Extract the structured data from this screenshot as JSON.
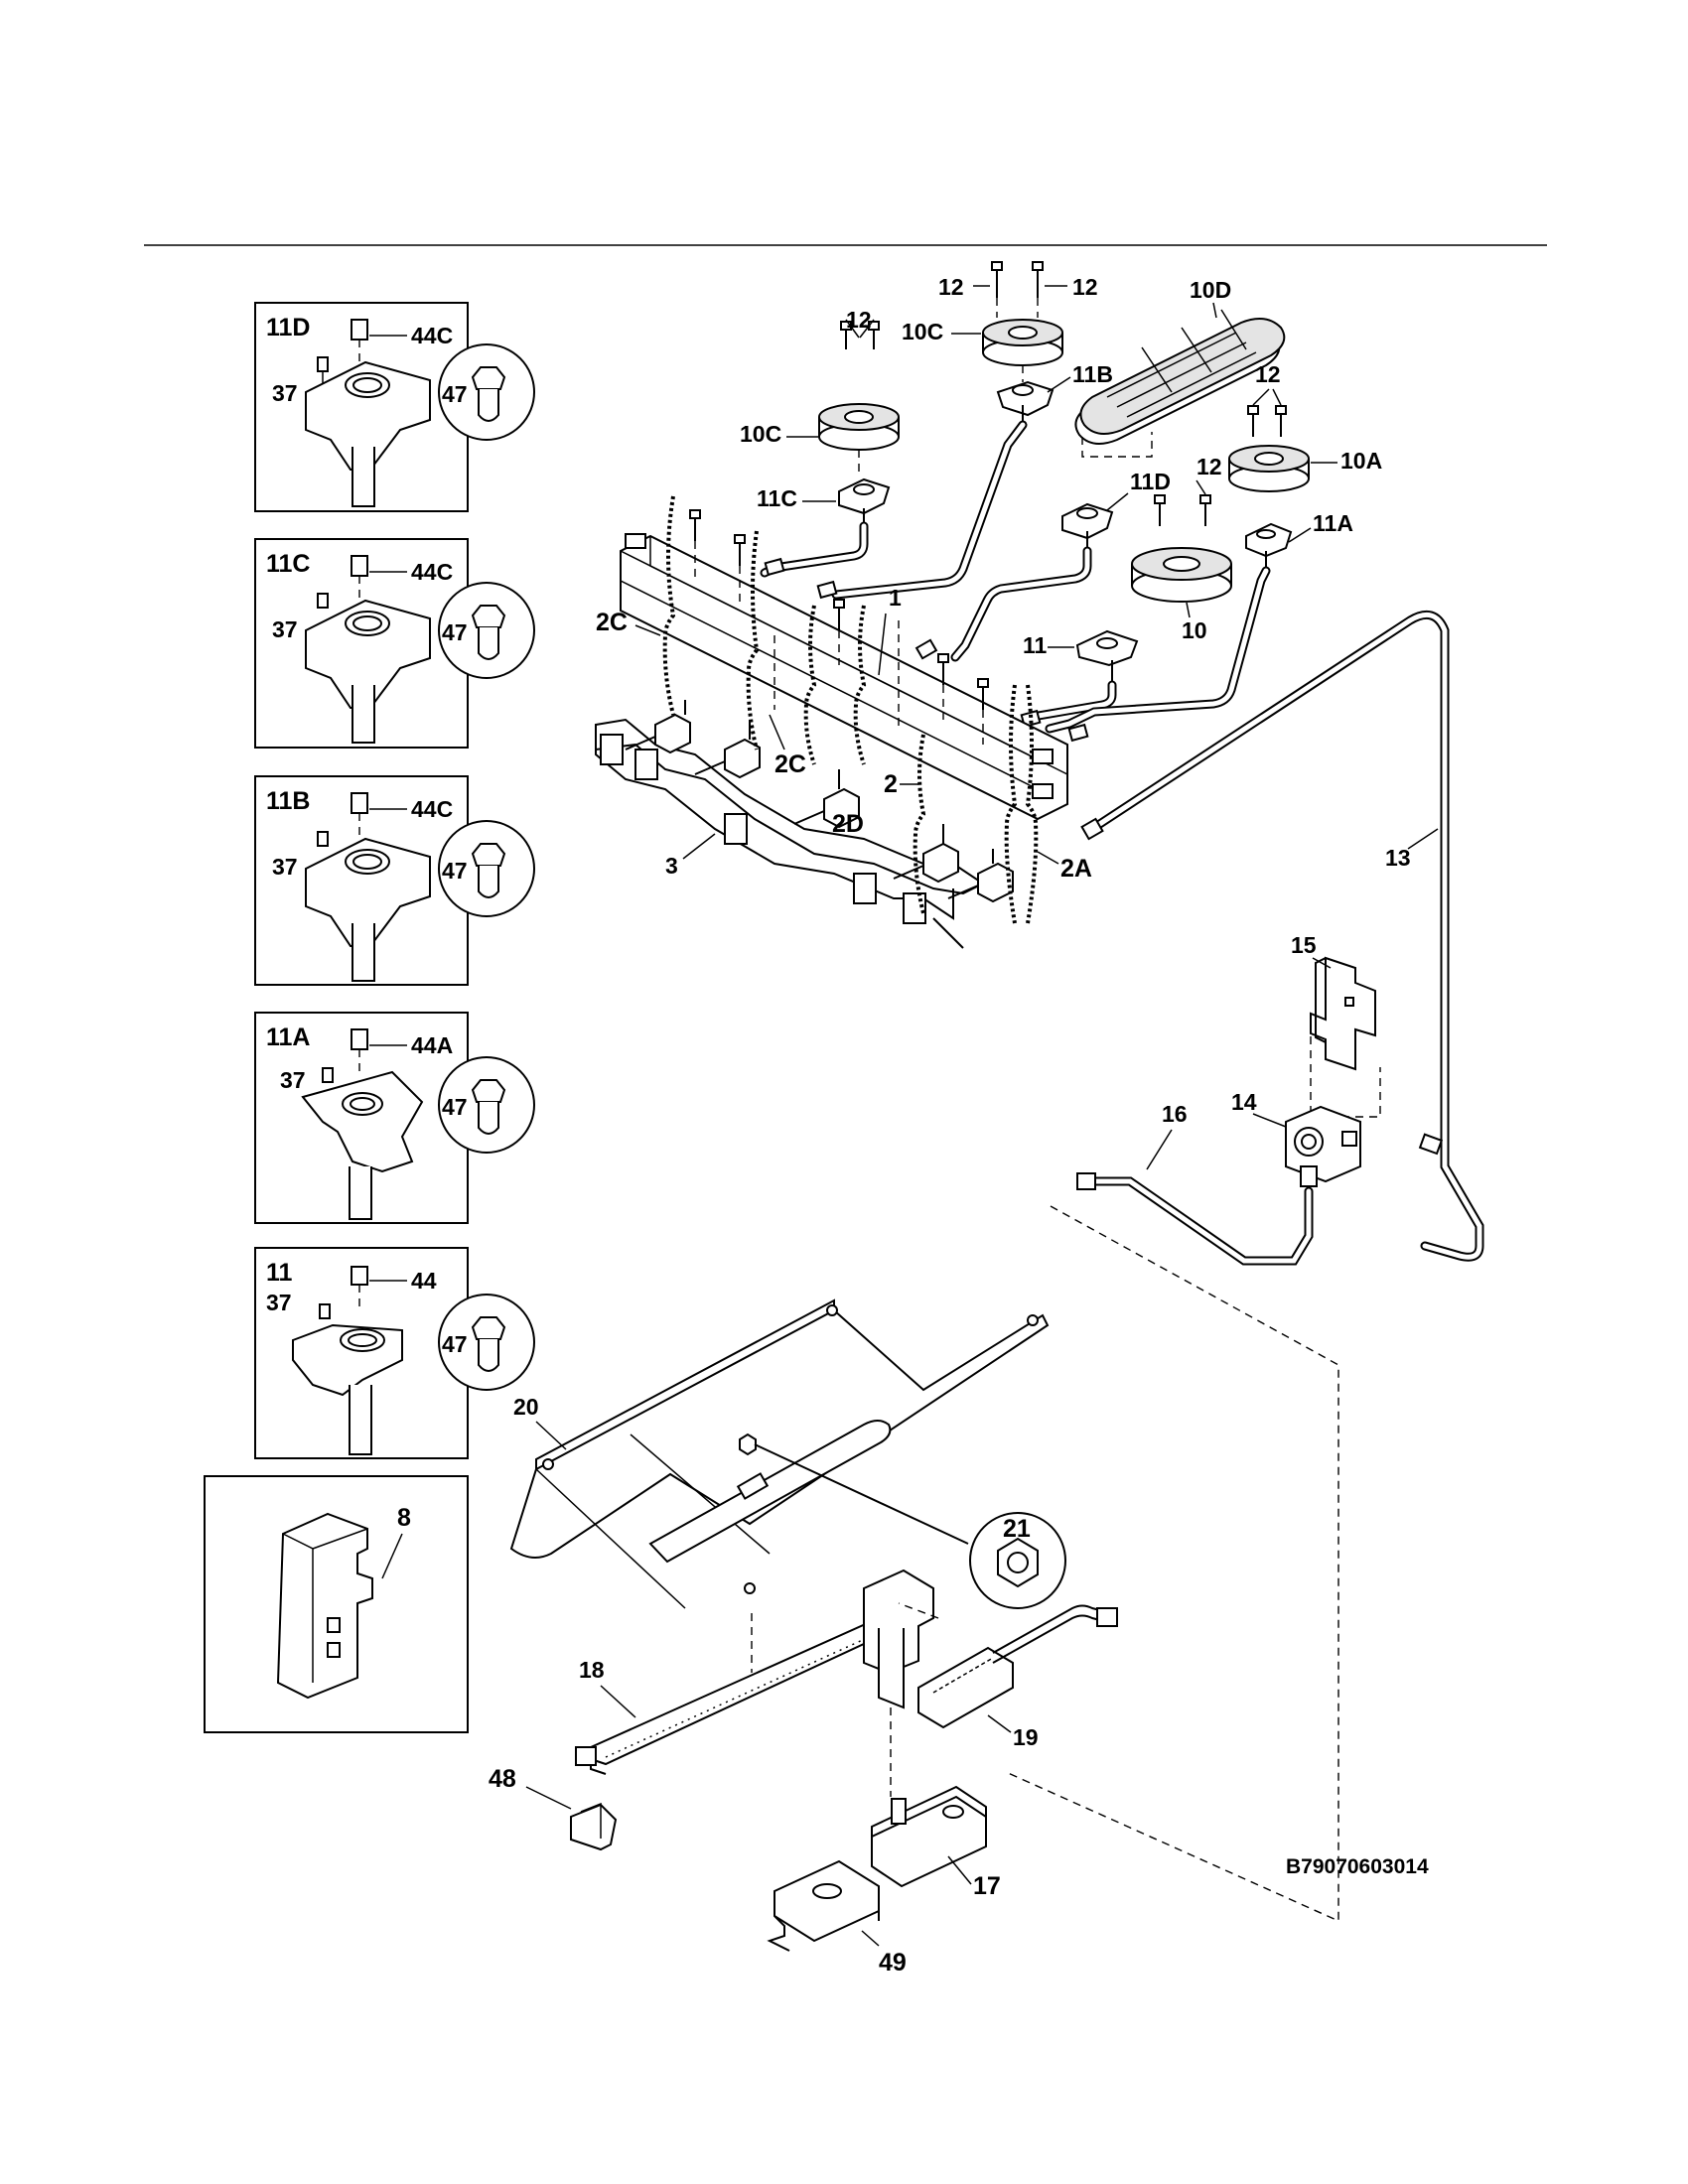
{
  "diagram_code": "B79070603014",
  "insets": [
    {
      "id": "11D",
      "callout_a": "44C",
      "callout_b": "37",
      "callout_c": "47"
    },
    {
      "id": "11C",
      "callout_a": "44C",
      "callout_b": "37",
      "callout_c": "47"
    },
    {
      "id": "11B",
      "callout_a": "44C",
      "callout_b": "37",
      "callout_c": "47"
    },
    {
      "id": "11A",
      "callout_a": "44A",
      "callout_b": "37",
      "callout_c": "47"
    },
    {
      "id": "11",
      "callout_a": "44",
      "callout_b": "37",
      "callout_c": "47"
    }
  ],
  "inset_module": {
    "id": "8"
  },
  "labels": {
    "l12a": "12",
    "l12b": "12",
    "l12c": "12",
    "l12d": "12",
    "l12e": "12",
    "l10d": "10D",
    "l10c_top": "10C",
    "l11b": "11B",
    "l10c": "10C",
    "l11c": "11C",
    "l10a": "10A",
    "l11d": "11D",
    "l11a": "11A",
    "l1": "1",
    "l2c_left": "2C",
    "l11": "11",
    "l10": "10",
    "l2c_mid": "2C",
    "l2d": "2D",
    "l2": "2",
    "l2a": "2A",
    "l3": "3",
    "l13": "13",
    "l15": "15",
    "l14": "14",
    "l16": "16",
    "l20": "20",
    "l21": "21",
    "l18": "18",
    "l19": "19",
    "l48": "48",
    "l17": "17",
    "l49": "49"
  }
}
